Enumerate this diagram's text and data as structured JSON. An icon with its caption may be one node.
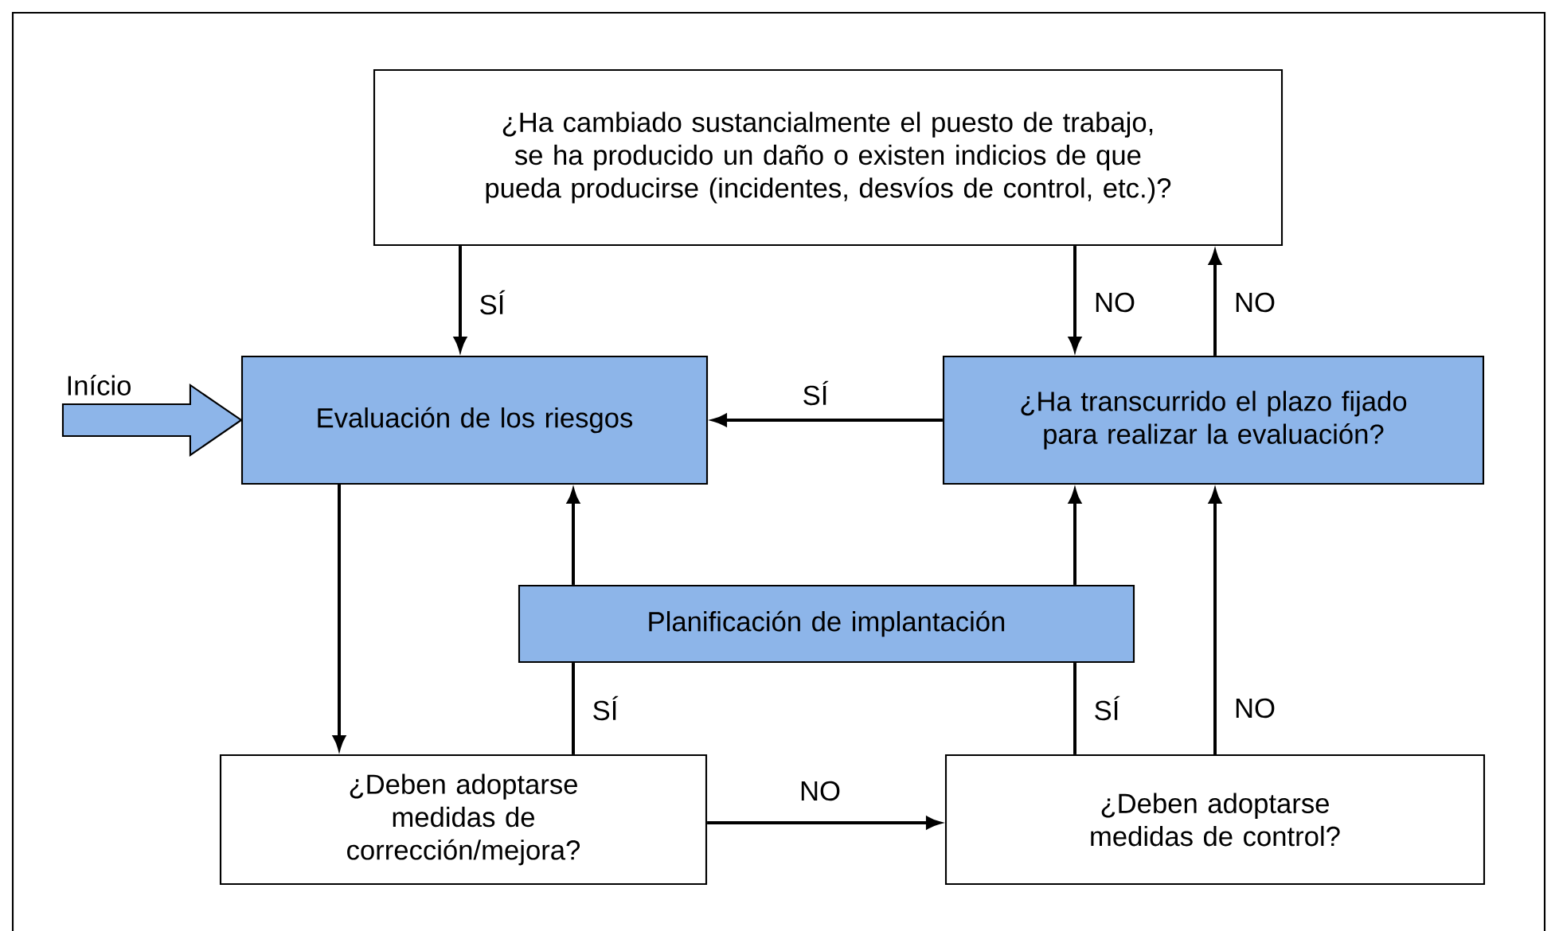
{
  "diagram": {
    "nodes": [
      {
        "text": [
          "¿Ha cambiado sustancialmente el puesto de trabajo, se ha producido un daño o existen indicios de que pueda producirse (incidentes, desvíos de control, etc.)?"
        ]
      },
      {
        "text": [
          "Evaluación de los riesgos"
        ]
      },
      {
        "text": [
          "¿Ha transcurrido el plazo fijado para realizar la evaluación?"
        ]
      },
      {
        "text": [
          "Planificación de implantación"
        ]
      },
      {
        "text": [
          "¿Deben adoptarse medidas de corrección/mejora?"
        ]
      },
      {
        "text": [
          "¿Deben adoptarse medidas de control?"
        ]
      }
    ],
    "edges": [
      {
        "from": 0,
        "to": 1,
        "arrow": "to",
        "label": "SÍ"
      },
      {
        "from": 0,
        "to": 2,
        "arrow": "to",
        "label": "NO"
      },
      {
        "from": 2,
        "to": 0,
        "arrow": "to",
        "label": "NO"
      },
      {
        "from": 2,
        "to": 1,
        "arrow": "to",
        "label": "SÍ"
      },
      {
        "from": null,
        "to": 1,
        "arrow": "to",
        "label": "Início"
      },
      {
        "from": 1,
        "to": 4,
        "arrow": "to"
      },
      {
        "from": 4,
        "to": 3,
        "arrow": "none",
        "label": "SÍ"
      },
      {
        "from": 3,
        "to": 1,
        "arrow": "to"
      },
      {
        "from": 5,
        "to": 3,
        "arrow": "none",
        "label": "SÍ"
      },
      {
        "from": 3,
        "to": 2,
        "arrow": "to"
      },
      {
        "from": 5,
        "to": 2,
        "arrow": "to",
        "label": "NO"
      },
      {
        "from": 4,
        "to": 5,
        "arrow": "to",
        "label": "NO"
      }
    ]
  }
}
